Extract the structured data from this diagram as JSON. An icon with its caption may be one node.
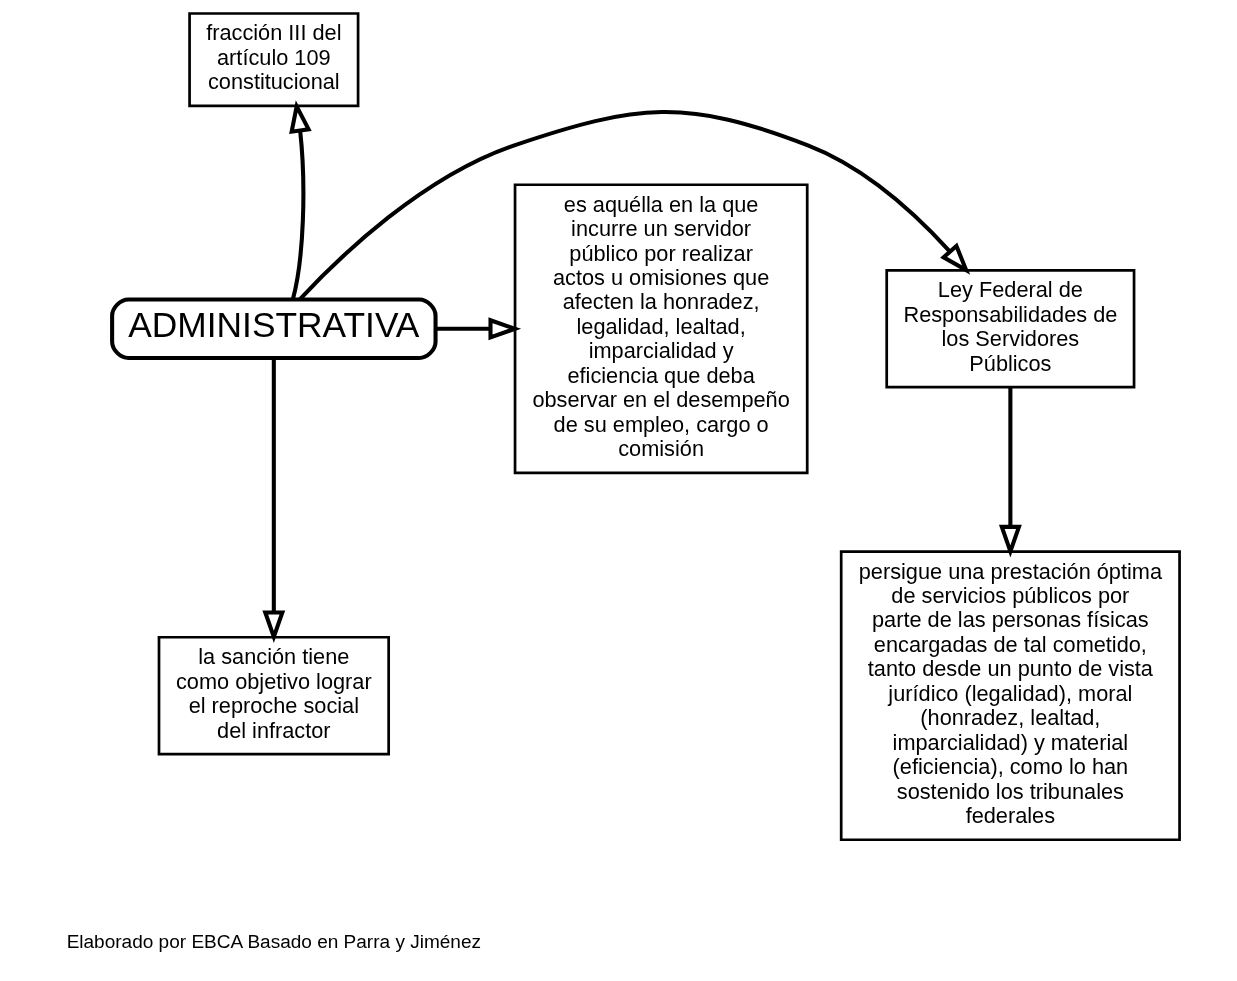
{
  "diagram": {
    "nodes": [
      {
        "text": [
          "ADMINISTRATIVA"
        ]
      },
      {
        "text": [
          "fracción III del artículo 109 constitucional"
        ]
      },
      {
        "text": [
          "Ley Federal de Responsabilidades de los Servidores Públicos"
        ]
      },
      {
        "text": [
          "es aquélla en la que incurre un servidor público por realizar actos u omisiones que afecten la honradez, legalidad, lealtad, imparcialidad y eficiencia que deba observar en el desempeño de su empleo, cargo o comisión"
        ]
      },
      {
        "text": [
          "la sanción tiene como objetivo lograr el reproche social del infractor"
        ]
      },
      {
        "text": [
          "persigue una prestación óptima de servicios públicos por parte de las personas físicas encargadas de tal cometido, tanto desde un punto de vista jurídico (legalidad), moral (honradez, lealtad, imparcialidad) y material (eficiencia), como lo han sostenido los tribunales federales"
        ]
      }
    ],
    "edges": [
      {
        "from": 0,
        "to": 1,
        "arrow": "to"
      },
      {
        "from": 0,
        "to": 2,
        "arrow": "to"
      },
      {
        "from": 0,
        "to": 3,
        "arrow": "to"
      },
      {
        "from": 0,
        "to": 4,
        "arrow": "to"
      },
      {
        "from": 2,
        "to": 5,
        "arrow": "to"
      }
    ],
    "labels": [
      "Elaborado por EBCA Basado en Parra y Jiménez"
    ]
  }
}
